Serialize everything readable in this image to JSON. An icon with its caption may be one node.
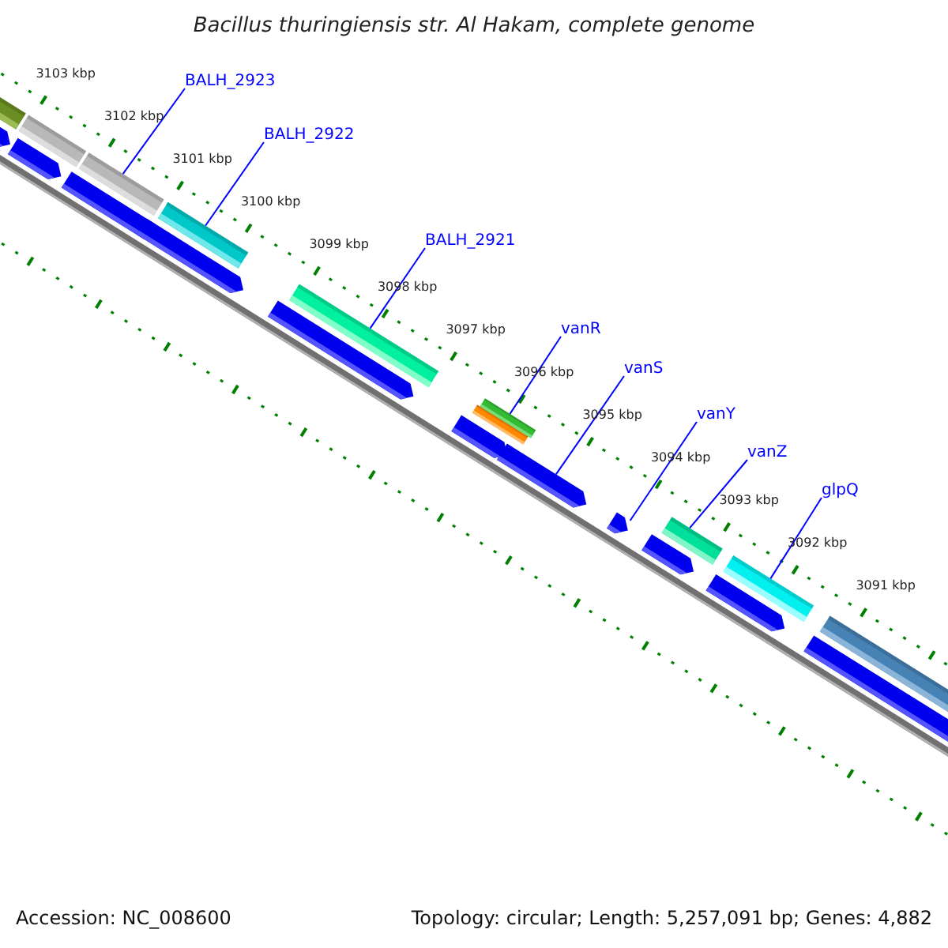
{
  "diagram": {
    "title": "Bacillus thuringiensis str. Al Hakam, complete genome",
    "nodes": [
      {
        "text": [
          "BALH_2923"
        ]
      },
      {
        "text": [
          "BALH_2922"
        ]
      },
      {
        "text": [
          "BALH_2921"
        ]
      },
      {
        "text": [
          "vanR"
        ]
      },
      {
        "text": [
          "vanS"
        ]
      },
      {
        "text": [
          "vanY"
        ]
      },
      {
        "text": [
          "vanZ"
        ]
      },
      {
        "text": [
          "glpQ"
        ]
      },
      {
        "text": [],
        "shape": "bar"
      },
      {
        "text": [],
        "shape": "bar"
      },
      {
        "text": [],
        "shape": "bar"
      },
      {
        "text": [],
        "shape": "bar"
      },
      {
        "text": [],
        "shape": "bar"
      },
      {
        "text": [],
        "shape": "bar"
      },
      {
        "text": [],
        "shape": "bar"
      },
      {
        "text": [],
        "shape": "bar"
      }
    ],
    "edges": [
      {
        "from": 0,
        "to": 8,
        "arrow": "none"
      },
      {
        "from": 1,
        "to": 9,
        "arrow": "none"
      },
      {
        "from": 2,
        "to": 10,
        "arrow": "none"
      },
      {
        "from": 3,
        "to": 11,
        "arrow": "none"
      },
      {
        "from": 4,
        "to": 12,
        "arrow": "none"
      },
      {
        "from": 5,
        "to": 13,
        "arrow": "none"
      },
      {
        "from": 6,
        "to": 14,
        "arrow": "none"
      },
      {
        "from": 7,
        "to": 15,
        "arrow": "none"
      }
    ],
    "labels": [
      "3103 kbp",
      "3102 kbp",
      "3101 kbp",
      "3100 kbp",
      "3099 kbp",
      "3098 kbp",
      "3097 kbp",
      "3096 kbp",
      "3095 kbp",
      "3094 kbp",
      "3093 kbp",
      "3092 kbp",
      "3091 kbp",
      "Accession: NC_008600",
      "Topology: circular; Length: 5,257,091 bp; Genes: 4,882"
    ]
  }
}
